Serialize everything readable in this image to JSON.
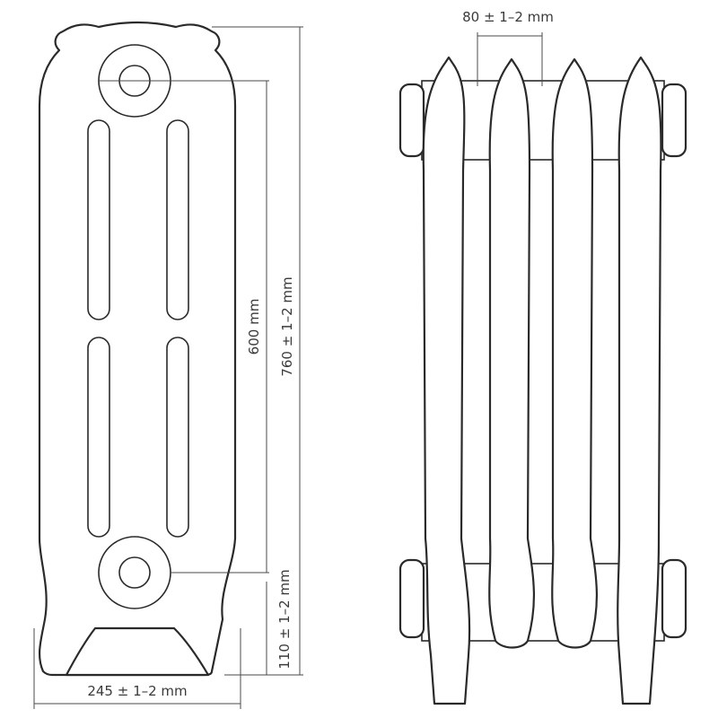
{
  "dimensions": {
    "gap_label": "80 ± 1–2 mm",
    "axis_distance_label": "600 mm",
    "total_height_label": "760 ± 1–2 mm",
    "leg_height_label": "110 ± 1–2 mm",
    "width_label": "245 ± 1–2 mm"
  },
  "colors": {
    "line": "#2a2a2a",
    "dimension": "#4a4a4a",
    "background": "#ffffff"
  }
}
